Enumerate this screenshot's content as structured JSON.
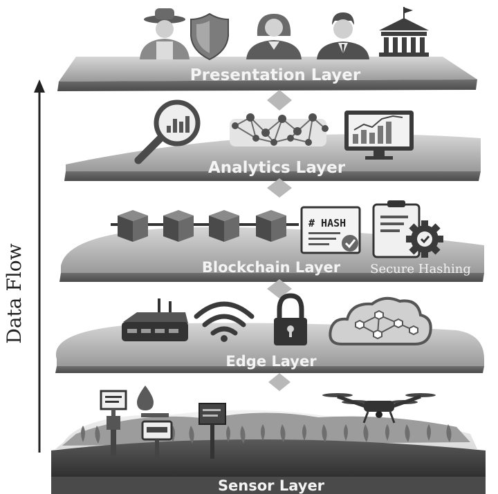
{
  "axis": {
    "label": "Data Flow"
  },
  "layers": [
    {
      "name": "Presentation Layer"
    },
    {
      "name": "Analytics Layer"
    },
    {
      "name": "Blockchain Layer",
      "note": "Secure Hashing"
    },
    {
      "name": "Edge Layer"
    },
    {
      "name": "Sensor Layer"
    }
  ],
  "blockchain": {
    "hash_label": "# HASH"
  },
  "icons": {
    "presentation": [
      "farmer-icon",
      "shield-icon",
      "woman-user-icon",
      "man-user-icon",
      "government-building-icon"
    ],
    "analytics": [
      "magnifier-chart-icon",
      "network-graph-icon",
      "monitor-chart-icon"
    ],
    "blockchain": [
      "chain-blocks-icon",
      "hash-document-icon",
      "clipboard-gear-icon"
    ],
    "edge": [
      "router-icon",
      "wifi-icon",
      "lock-icon",
      "cloud-network-icon"
    ],
    "sensor": [
      "sensor-panel-icon",
      "water-drop-icon",
      "soil-sensor-icon",
      "signpost-icon",
      "drone-icon",
      "crops-icon"
    ]
  }
}
